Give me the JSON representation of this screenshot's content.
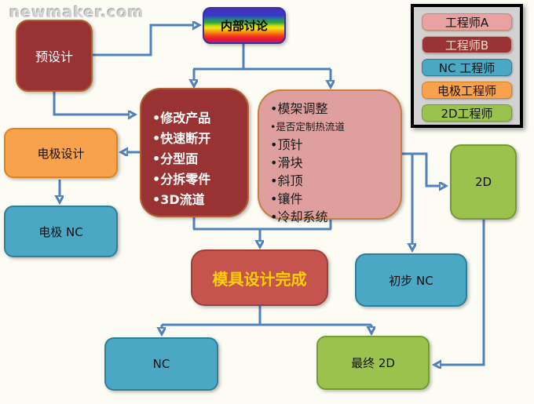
{
  "watermark": "newmaker.com",
  "diagram": {
    "nodes": {
      "pre_design": "预设计",
      "internal_discussion": "内部讨论",
      "design_tasks": {
        "items": [
          "•修改产品",
          "•快速断开",
          "•分型面",
          "•分拆零件",
          "•3D流道"
        ]
      },
      "mold_tasks": {
        "items": [
          "•模架调整",
          "•是否定制热流道",
          "•顶针",
          "•滑块",
          "•斜顶",
          "•镶件",
          "•冷却系统"
        ]
      },
      "electrode_design": "电极设计",
      "electrode_nc": "电极 NC",
      "two_d": "2D",
      "preliminary_nc": "初步 NC",
      "mold_design_complete": "模具设计完成",
      "nc": "NC",
      "final_2d": "最终 2D"
    },
    "legend": {
      "items": [
        {
          "label": "工程师A",
          "color": "#e8a2a2"
        },
        {
          "label": "工程师B",
          "color": "#9a3333"
        },
        {
          "label": "NC 工程师",
          "color": "#4aa8c5"
        },
        {
          "label": "电极工程师",
          "color": "#f9a24e"
        },
        {
          "label": "2D工程师",
          "color": "#9cc24e"
        }
      ]
    },
    "colors": {
      "arrow": "#4f81bd",
      "dark_red_box": "#993333",
      "pink_box": "#df9f9f",
      "orange_box": "#f9a24e",
      "blue_box": "#4aa8c5",
      "green_box": "#9cc24e",
      "complete_box": "#c5534e",
      "complete_text": "#ffd200"
    }
  }
}
